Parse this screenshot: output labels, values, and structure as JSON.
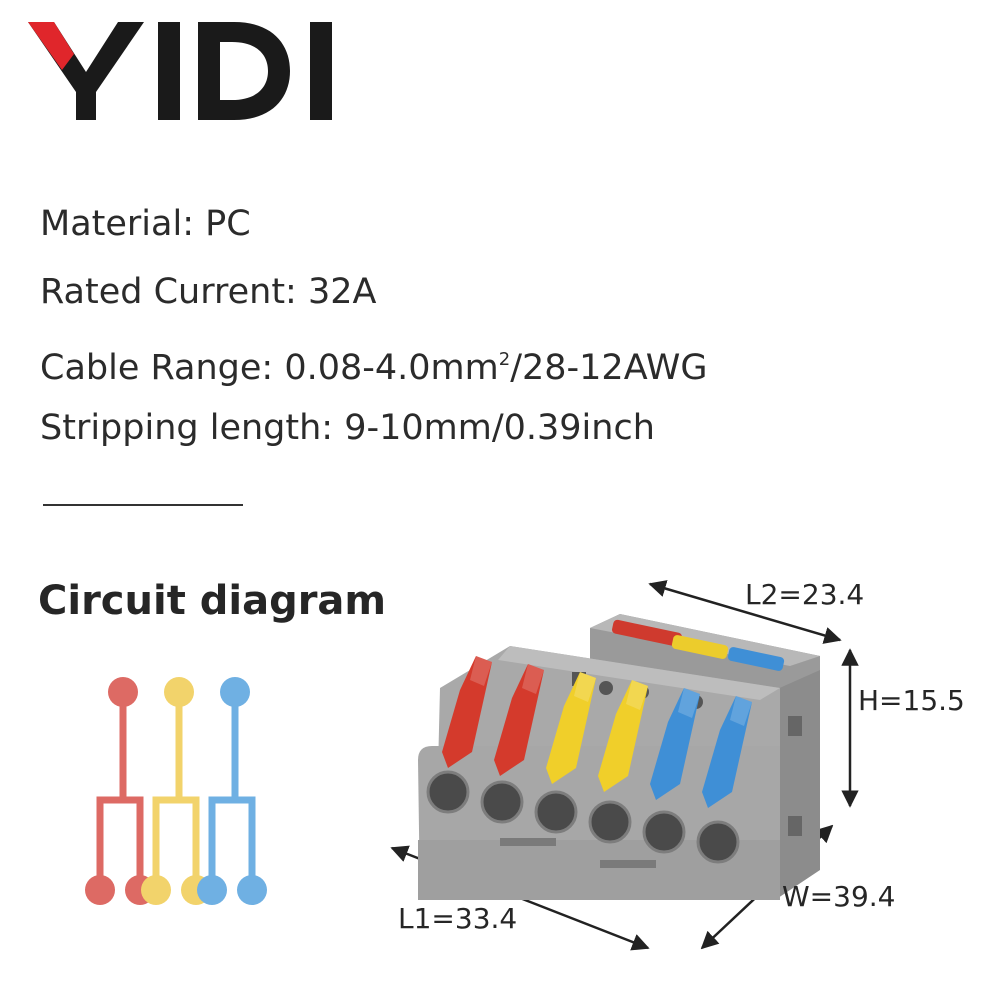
{
  "brand": {
    "logo_text": "YIDI",
    "colors": {
      "ink": "#1a1a1a",
      "accent": "#e0262b"
    }
  },
  "specs": {
    "material": "Material: PC",
    "rated_current": "Rated Current: 32A",
    "cable_range_prefix": "Cable Range: 0.08-4.0mm",
    "cable_range_sup": "2",
    "cable_range_suffix": "/28-12AWG",
    "stripping_length": "Stripping length: 9-10mm/0.39inch"
  },
  "section": {
    "title": "Circuit diagram"
  },
  "circuit": {
    "colors": [
      "#dd6a64",
      "#f2d36b",
      "#6fb0e3"
    ]
  },
  "dimensions": {
    "l2": "L2=23.4",
    "h": "H=15.5",
    "w": "W=39.4",
    "l1": "L1=33.4"
  },
  "product": {
    "lever_colors": [
      "#d43a2c",
      "#d43a2c",
      "#f0cf2a",
      "#f0cf2a",
      "#3f8fd6",
      "#3f8fd6"
    ],
    "body_color": "#a3a3a3"
  }
}
